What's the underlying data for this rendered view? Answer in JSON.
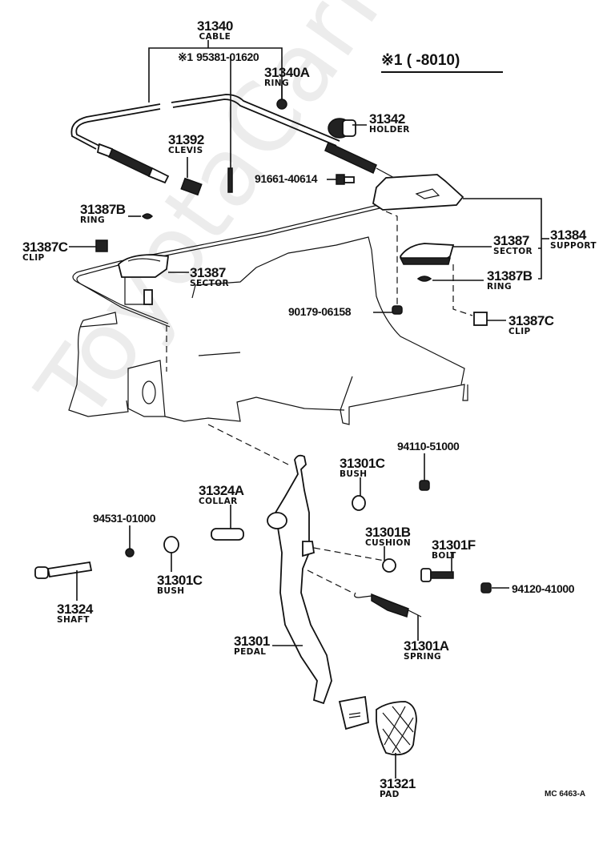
{
  "watermark": "ToyotaCarMine.ru",
  "note": {
    "symbol": "※1",
    "range": "(       -8010)"
  },
  "diagram_code": "MC 6463-A",
  "parts": {
    "cable": {
      "number": "31340",
      "name": "CABLE"
    },
    "cable_sub": {
      "prefix": "※1",
      "number": "95381-01620"
    },
    "ring_31340a": {
      "number": "31340A",
      "name": "RING"
    },
    "holder": {
      "number": "31342",
      "name": "HOLDER"
    },
    "clevis": {
      "number": "31392",
      "name": "CLEVIS"
    },
    "bolt_91661": {
      "number": "91661-40614"
    },
    "ring_left": {
      "number": "31387B",
      "name": "RING"
    },
    "clip_left": {
      "number": "31387C",
      "name": "CLIP"
    },
    "sector_left": {
      "number": "31387",
      "name": "SECTOR"
    },
    "sector_right": {
      "number": "31387",
      "name": "SECTOR"
    },
    "support": {
      "number": "31384",
      "name": "SUPPORT"
    },
    "ring_right": {
      "number": "31387B",
      "name": "RING"
    },
    "clip_right": {
      "number": "31387C",
      "name": "CLIP"
    },
    "nut_90179": {
      "number": "90179-06158"
    },
    "nut_94110": {
      "number": "94110-51000"
    },
    "bush_upper": {
      "number": "31301C",
      "name": "BUSH"
    },
    "collar": {
      "number": "31324A",
      "name": "COLLAR"
    },
    "nut_94531": {
      "number": "94531-01000"
    },
    "bush_lower": {
      "number": "31301C",
      "name": "BUSH"
    },
    "cushion": {
      "number": "31301B",
      "name": "CUSHION"
    },
    "bolt_31301f": {
      "number": "31301F",
      "name": "BOLT"
    },
    "nut_94120": {
      "number": "94120-41000"
    },
    "shaft": {
      "number": "31324",
      "name": "SHAFT"
    },
    "pedal": {
      "number": "31301",
      "name": "PEDAL"
    },
    "spring": {
      "number": "31301A",
      "name": "SPRING"
    },
    "pad": {
      "number": "31321",
      "name": "PAD"
    }
  }
}
